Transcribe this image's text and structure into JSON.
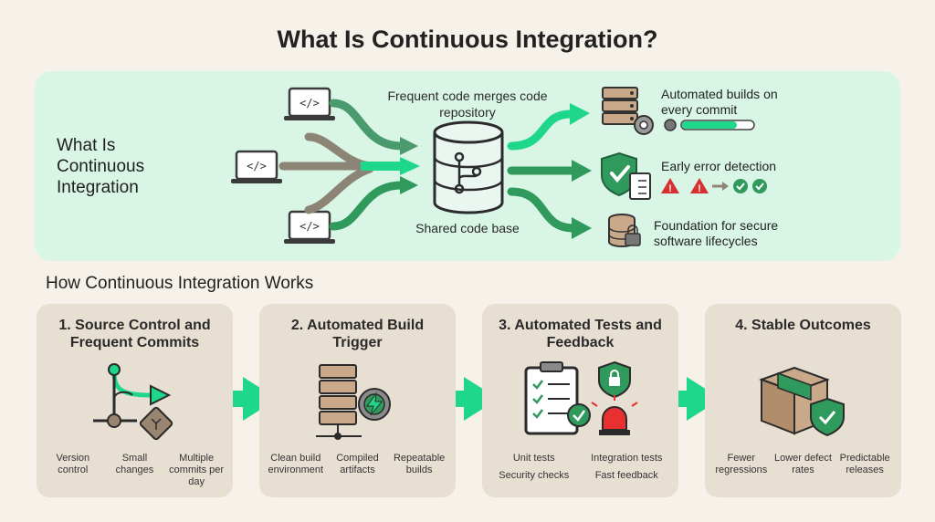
{
  "title": "What Is Continuous Integration?",
  "top": {
    "label": "What Is Continuous Integration",
    "center_top": "Frequent code merges code repository",
    "center_bottom": "Shared code base",
    "outcomes": [
      {
        "text": "Automated builds on every commit",
        "icon": "server-gear-icon"
      },
      {
        "text": "Early error detection",
        "icon": "shield-check-icon"
      },
      {
        "text": "Foundation for secure software lifecycles",
        "icon": "database-lock-icon"
      }
    ],
    "laptop_icon": "laptop-code-icon",
    "repo_icon": "repository-branch-icon"
  },
  "section_title": "How Continuous Integration Works",
  "steps": [
    {
      "title": "1. Source Control and Frequent Commits",
      "labels": [
        "Version control",
        "Small changes",
        "Multiple commits per day"
      ],
      "icon": "git-branch-icon"
    },
    {
      "title": "2. Automated Build Trigger",
      "labels": [
        "Clean build environment",
        "Compiled artifacts",
        "Repeatable builds"
      ],
      "icon": "server-gear-icon"
    },
    {
      "title": "3. Automated Tests and Feedback",
      "labels": [
        "Unit tests",
        "Integration tests",
        "Security checks",
        "Fast feedback"
      ],
      "icon": "checklist-icon"
    },
    {
      "title": "4. Stable Outcomes",
      "labels": [
        "Fewer regressions",
        "Lower defect rates",
        "Predictable releases"
      ],
      "icon": "package-shield-icon"
    }
  ],
  "colors": {
    "accent": "#1fd78a",
    "dark_green": "#2f9a5c",
    "muted": "#8c8576",
    "panel": "#d9f5e6",
    "card": "#e8dfd3"
  }
}
